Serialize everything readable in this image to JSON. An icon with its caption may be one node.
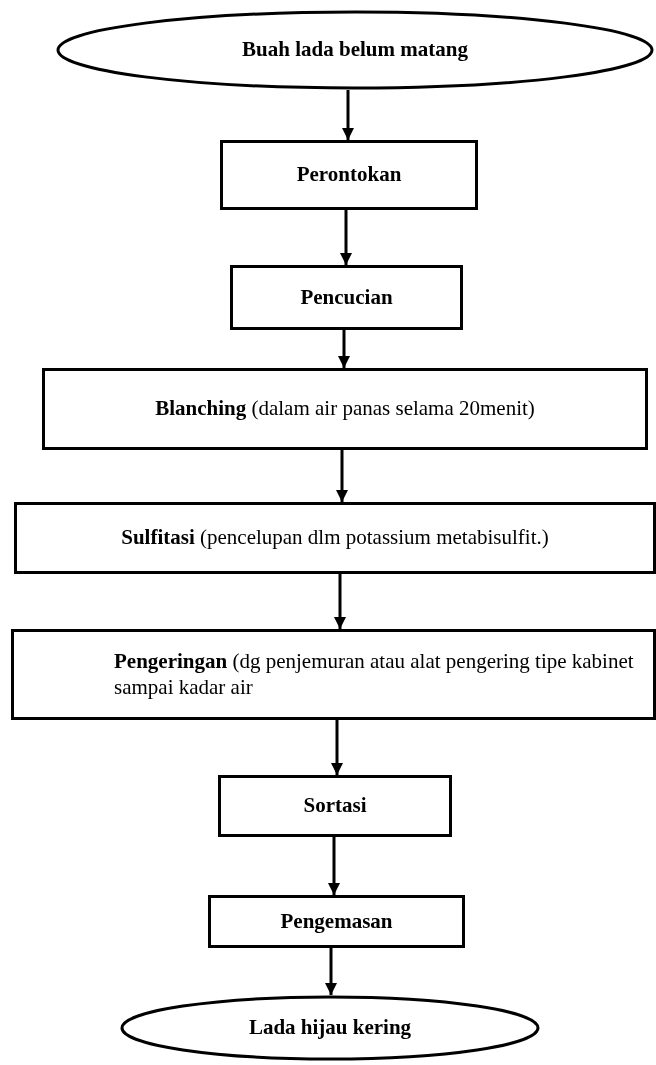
{
  "diagram": {
    "nodes": [
      {
        "text": [
          "Buah lada belum matang"
        ]
      },
      {
        "text": [
          "Perontokan"
        ]
      },
      {
        "text": [
          "Pencucian"
        ]
      },
      {
        "text": [
          "**Blanching** (dalam air panas selama 20menit)"
        ]
      },
      {
        "text": [
          "**Sulfitasi** (pencelupan dlm potassium metabisulfit.)"
        ]
      },
      {
        "text": [
          "**Pengeringan** (dg penjemuran atau alat pengering tipe kabinet sampai kadar air"
        ]
      },
      {
        "text": [
          "Sortasi"
        ]
      },
      {
        "text": [
          "Pengemasan"
        ]
      },
      {
        "text": [
          "Lada hijau kering"
        ]
      }
    ],
    "edges": [
      {
        "from": 0,
        "to": 1,
        "arrow": "to"
      },
      {
        "from": 1,
        "to": 2,
        "arrow": "to"
      },
      {
        "from": 2,
        "to": 3,
        "arrow": "to"
      },
      {
        "from": 3,
        "to": 4,
        "arrow": "to"
      },
      {
        "from": 4,
        "to": 5,
        "arrow": "to"
      },
      {
        "from": 5,
        "to": 6,
        "arrow": "to"
      },
      {
        "from": 6,
        "to": 7,
        "arrow": "to"
      },
      {
        "from": 7,
        "to": 8,
        "arrow": "to"
      }
    ]
  }
}
